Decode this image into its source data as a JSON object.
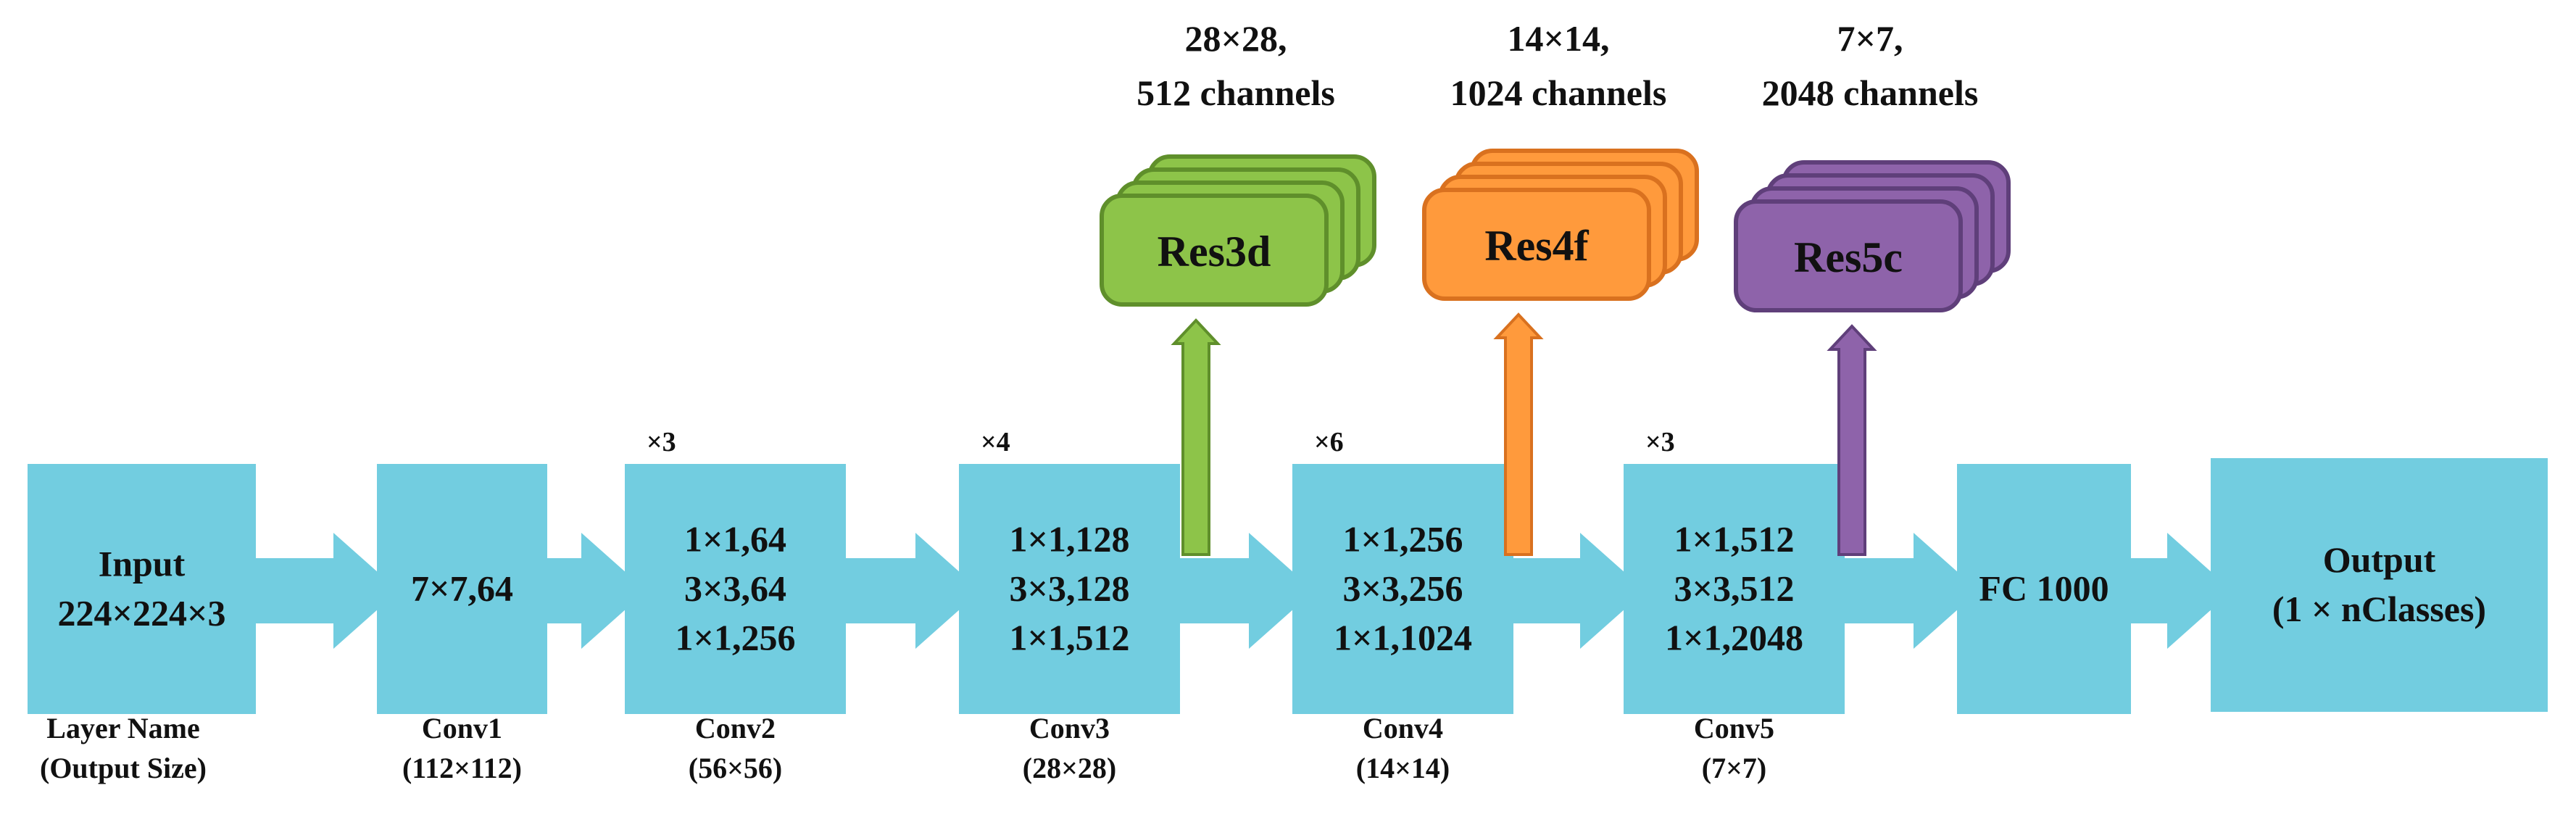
{
  "blocks": [
    {
      "id": "input",
      "lines": [
        "Input",
        "224×224×3"
      ],
      "caption": [
        "Layer Name",
        "(Output Size)"
      ],
      "repeat": ""
    },
    {
      "id": "conv1",
      "lines": [
        "7×7,64"
      ],
      "caption": [
        "Conv1",
        "(112×112)"
      ],
      "repeat": ""
    },
    {
      "id": "conv2",
      "lines": [
        "1×1,64",
        "3×3,64",
        "1×1,256"
      ],
      "caption": [
        "Conv2",
        "(56×56)"
      ],
      "repeat": "×3"
    },
    {
      "id": "conv3",
      "lines": [
        "1×1,128",
        "3×3,128",
        "1×1,512"
      ],
      "caption": [
        "Conv3",
        "(28×28)"
      ],
      "repeat": "×4"
    },
    {
      "id": "conv4",
      "lines": [
        "1×1,256",
        "3×3,256",
        "1×1,1024"
      ],
      "caption": [
        "Conv4",
        "(14×14)"
      ],
      "repeat": "×6"
    },
    {
      "id": "conv5",
      "lines": [
        "1×1,512",
        "3×3,512",
        "1×1,2048"
      ],
      "caption": [
        "Conv5",
        "(7×7)"
      ],
      "repeat": "×3"
    },
    {
      "id": "fc",
      "lines": [
        "FC 1000"
      ],
      "caption": [],
      "repeat": ""
    },
    {
      "id": "output",
      "lines": [
        "Output",
        "(1 × nClasses)"
      ],
      "caption": [],
      "repeat": ""
    }
  ],
  "features": [
    {
      "id": "res3d",
      "label": "Res3d",
      "desc": [
        "28×28,",
        "512 channels"
      ],
      "color": "#8dc449",
      "stroke": "#5f8f2b"
    },
    {
      "id": "res4f",
      "label": "Res4f",
      "desc": [
        "14×14,",
        "1024 channels"
      ],
      "color": "#ff9a3c",
      "stroke": "#d9711f"
    },
    {
      "id": "res5c",
      "label": "Res5c",
      "desc": [
        "7×7,",
        "2048 channels"
      ],
      "color": "#8e63aa",
      "stroke": "#5f3f7a"
    }
  ],
  "colors": {
    "block": "#72cde0",
    "flow_arrow": "#72cde0",
    "text": "#111111"
  }
}
